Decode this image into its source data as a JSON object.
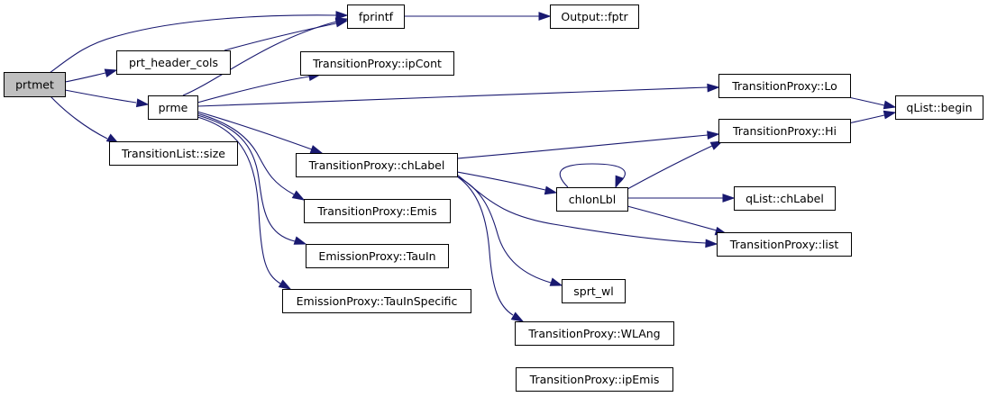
{
  "colors": {
    "edge": "#191970",
    "node_fill": "#ffffff",
    "root_fill": "#bfbfbf",
    "border": "#000000"
  },
  "nodes": [
    {
      "id": "prtmet",
      "label": "prtmet",
      "root": true
    },
    {
      "id": "fprintf",
      "label": "fprintf"
    },
    {
      "id": "prt_header_cols",
      "label": "prt_header_cols"
    },
    {
      "id": "prme",
      "label": "prme"
    },
    {
      "id": "transitionlist_size",
      "label": "TransitionList::size"
    },
    {
      "id": "output_fptr",
      "label": "Output::fptr"
    },
    {
      "id": "tp_ipcont",
      "label": "TransitionProxy::ipCont"
    },
    {
      "id": "tp_chlabel",
      "label": "TransitionProxy::chLabel"
    },
    {
      "id": "tp_emis",
      "label": "TransitionProxy::Emis"
    },
    {
      "id": "ep_tauin",
      "label": "EmissionProxy::TauIn"
    },
    {
      "id": "ep_tauinspecific",
      "label": "EmissionProxy::TauInSpecific"
    },
    {
      "id": "tp_lo",
      "label": "TransitionProxy::Lo"
    },
    {
      "id": "tp_hi",
      "label": "TransitionProxy::Hi"
    },
    {
      "id": "chionlbl",
      "label": "chIonLbl"
    },
    {
      "id": "sprt_wl",
      "label": "sprt_wl"
    },
    {
      "id": "tp_wlang",
      "label": "TransitionProxy::WLAng"
    },
    {
      "id": "tp_ipemis",
      "label": "TransitionProxy::ipEmis"
    },
    {
      "id": "qlist_begin",
      "label": "qList::begin"
    },
    {
      "id": "qlist_chlabel",
      "label": "qList::chLabel"
    },
    {
      "id": "tp_list",
      "label": "TransitionProxy::list"
    }
  ],
  "edges": [
    {
      "from": "prtmet",
      "to": "fprintf"
    },
    {
      "from": "prtmet",
      "to": "prt_header_cols"
    },
    {
      "from": "prtmet",
      "to": "prme"
    },
    {
      "from": "prtmet",
      "to": "transitionlist_size"
    },
    {
      "from": "fprintf",
      "to": "output_fptr"
    },
    {
      "from": "prt_header_cols",
      "to": "fprintf"
    },
    {
      "from": "prme",
      "to": "fprintf"
    },
    {
      "from": "prme",
      "to": "tp_ipcont"
    },
    {
      "from": "prme",
      "to": "tp_lo"
    },
    {
      "from": "prme",
      "to": "tp_chlabel"
    },
    {
      "from": "prme",
      "to": "tp_emis"
    },
    {
      "from": "prme",
      "to": "ep_tauin"
    },
    {
      "from": "prme",
      "to": "ep_tauinspecific"
    },
    {
      "from": "tp_lo",
      "to": "qlist_begin"
    },
    {
      "from": "tp_hi",
      "to": "qlist_begin"
    },
    {
      "from": "tp_chlabel",
      "to": "tp_hi"
    },
    {
      "from": "tp_chlabel",
      "to": "chionlbl"
    },
    {
      "from": "tp_chlabel",
      "to": "tp_list"
    },
    {
      "from": "tp_chlabel",
      "to": "sprt_wl"
    },
    {
      "from": "tp_chlabel",
      "to": "tp_wlang"
    },
    {
      "from": "chionlbl",
      "to": "chionlbl"
    },
    {
      "from": "chionlbl",
      "to": "tp_hi"
    },
    {
      "from": "chionlbl",
      "to": "qlist_chlabel"
    },
    {
      "from": "chionlbl",
      "to": "tp_list"
    },
    {
      "from": "tp_emis",
      "to": "tp_ipemis"
    }
  ]
}
